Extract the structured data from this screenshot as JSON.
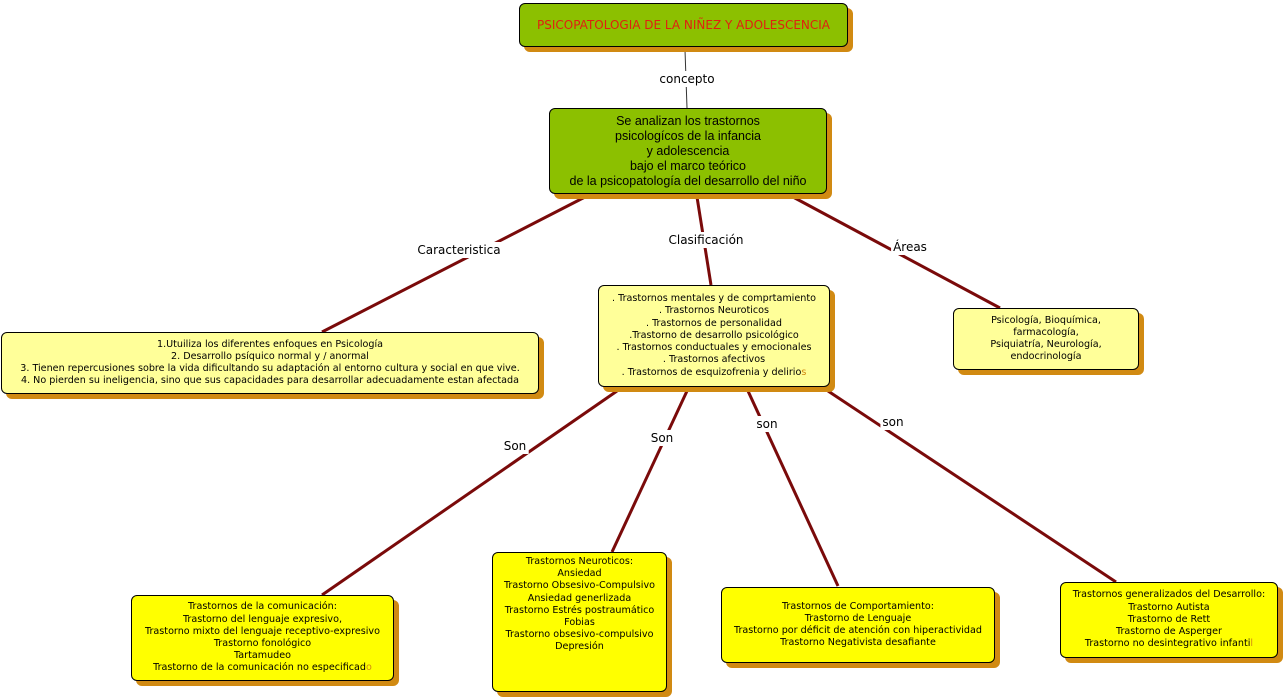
{
  "title": "PSICOPATOLOGIA DE LA NIÑEZ Y ADOLESCENCIA",
  "colors": {
    "title_text": "#e02010",
    "title_fill": "#8cc000",
    "connector": "#7a0a0a",
    "shadow": "#d18a12",
    "box_light": "#ffff99",
    "box_bright": "#ffff00"
  },
  "links": {
    "concepto": "concepto",
    "caracteristica": "Caracteristica",
    "clasificacion": "Clasificación",
    "areas": "Áreas",
    "son1": "Son",
    "son2": "Son",
    "son3": "son",
    "son4": "son"
  },
  "concept": {
    "lines": [
      "Se analizan los trastornos",
      "psicologícos de la infancia",
      "y adolescencia",
      "bajo el marco teórico",
      "de la psicopatología del desarrollo del niño"
    ]
  },
  "caracteristica": {
    "lines": [
      "1.Utuiliza los diferentes enfoques en Psicología",
      "2. Desarrollo psíquico normal y / anormal",
      "3. Tienen repercusiones sobre la vida dificultando su adaptación al entorno cultura y social en que vive.",
      "4.  No pierden su ineligencia, sino que sus capacidades para desarrollar adecuadamente estan afectada"
    ]
  },
  "clasificacion": {
    "lines": [
      ". Trastornos mentales y de comprtamiento",
      ". Trastornos Neuroticos",
      ". Trastornos de personalidad",
      ".Trastorno de desarrollo psicológico",
      ". Trastornos conductuales y emocionales",
      ". Trastornos afectivos"
    ],
    "last_main": ". Trastornos de esquizofrenia y delirio",
    "last_accent": "s"
  },
  "areas": {
    "lines": [
      "Psicología, Bioquímica,",
      "farmacología,",
      "Psiquiatría, Neurología,",
      "endocrinología"
    ]
  },
  "comunicacion": {
    "lines": [
      "Trastornos de la comunicación:",
      "Trastorno del lenguaje expresivo,",
      "Trastorno mixto del lenguaje receptivo-expresivo",
      "Trastorno fonológico",
      "Tartamudeo"
    ],
    "last_main": "Trastorno de la comunicación no especificad",
    "last_accent": "o"
  },
  "neuroticos": {
    "lines": [
      "Trastornos Neuroticos:",
      "Ansiedad",
      "Trastorno Obsesivo-Compulsivo",
      "Ansiedad generlizada",
      "Trastorno Estrés postraumático",
      "Fobias",
      "Trastorno obsesivo-compulsivo",
      "Depresión"
    ]
  },
  "comportamiento": {
    "lines": [
      "Trastornos de Comportamiento:",
      "Trastorno de Lenguaje",
      "Trastorno por déficit de atención con hiperactividad",
      "Trastorno Negativista desafiante"
    ]
  },
  "generalizados": {
    "lines": [
      "Trastornos generalizados del Desarrollo:",
      "Trastorno Autista",
      "Trastorno de Rett",
      "Trastorno de Asperger"
    ],
    "last_main": "Trastorno no desintegrativo infanti",
    "last_accent": "l"
  }
}
